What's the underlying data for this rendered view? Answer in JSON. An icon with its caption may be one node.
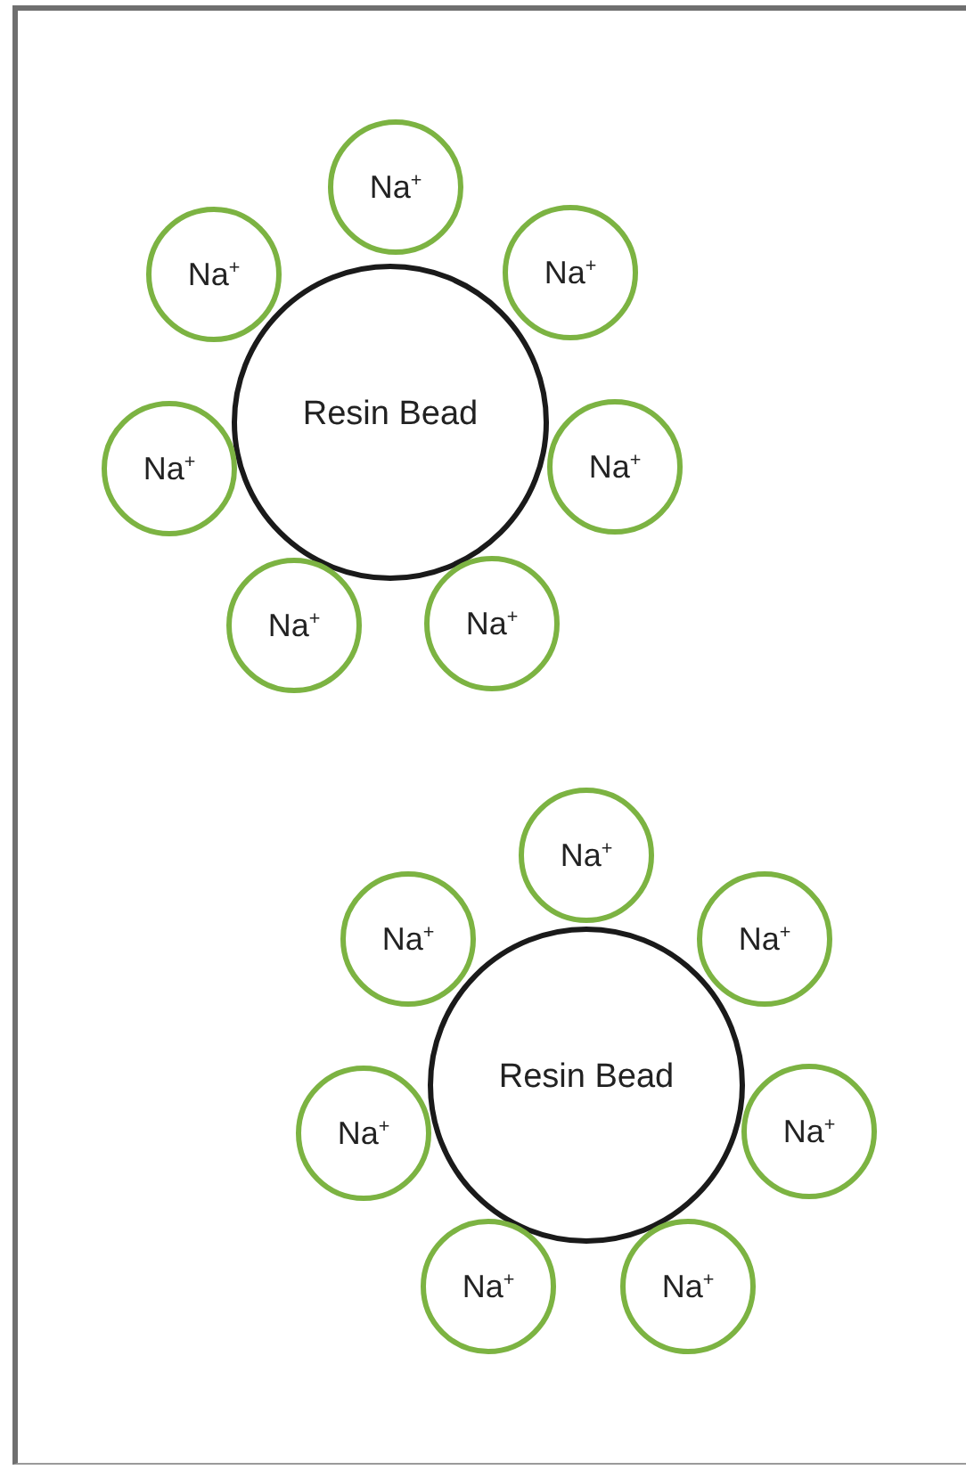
{
  "diagram": {
    "nodes": [
      {
        "text": [
          "Resin Bead"
        ]
      },
      {
        "text": [
          "Na$^{+}$"
        ]
      },
      {
        "text": [
          "Na$^{+}$"
        ]
      },
      {
        "text": [
          "Na$^{+}$"
        ]
      },
      {
        "text": [
          "Na$^{+}$"
        ]
      },
      {
        "text": [
          "Na$^{+}$"
        ]
      },
      {
        "text": [
          "Na$^{+}$"
        ]
      },
      {
        "text": [
          "Na$^{+}$"
        ]
      },
      {
        "text": [
          "Resin Bead"
        ]
      },
      {
        "text": [
          "Na$^{+}$"
        ]
      },
      {
        "text": [
          "Na$^{+}$"
        ]
      },
      {
        "text": [
          "Na$^{+}$"
        ]
      },
      {
        "text": [
          "Na$^{+}$"
        ]
      },
      {
        "text": [
          "Na$^{+}$"
        ]
      },
      {
        "text": [
          "Na$^{+}$"
        ]
      },
      {
        "text": [
          "Na$^{+}$"
        ]
      }
    ]
  }
}
